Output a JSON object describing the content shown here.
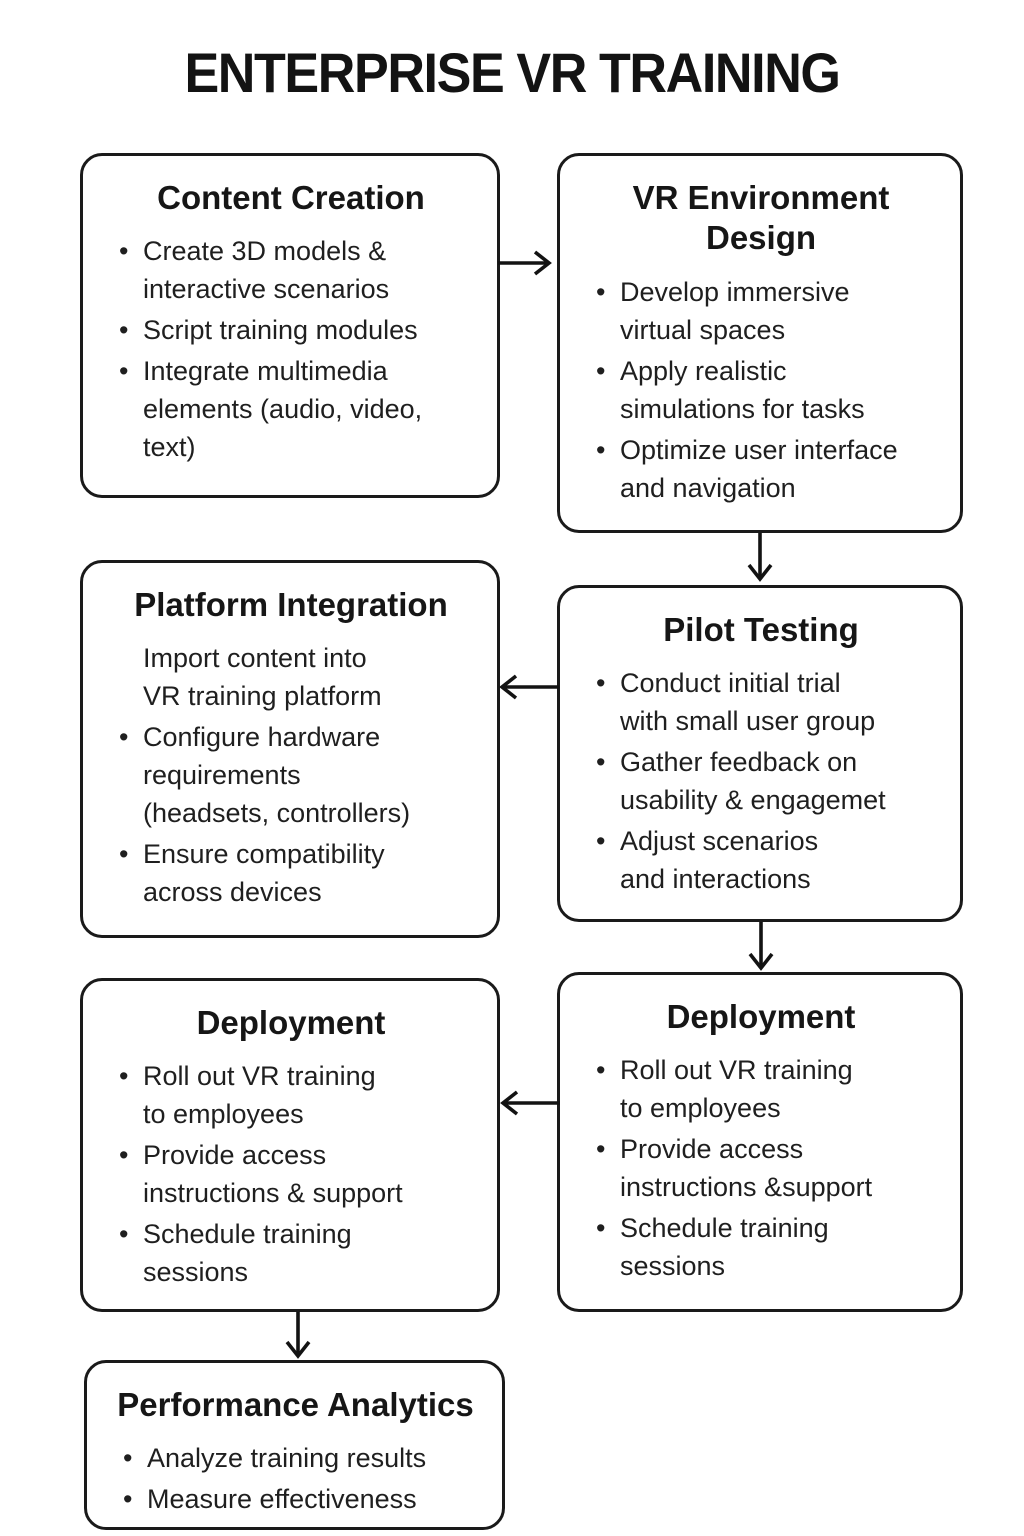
{
  "page_title": "ENTERPRISE VR TRAINING",
  "colors": {
    "background": "#ffffff",
    "box_border": "#1a1a1a",
    "text": "#1f1f1f"
  },
  "boxes": [
    {
      "id": "content-creation",
      "title": "Content Creation",
      "items": [
        {
          "marker": "•",
          "text": "Create 3D models &\ninteractive scenarios"
        },
        {
          "marker": "•",
          "text": "Script training modules"
        },
        {
          "marker": "•",
          "text": "Integrate multimedia\nelements (audio, video,\ntext)"
        }
      ]
    },
    {
      "id": "vr-environment-design",
      "title": "VR Environment\nDesign",
      "items": [
        {
          "marker": "•",
          "text": "Develop immersive\nvirtual spaces"
        },
        {
          "marker": "•",
          "text": "Apply realistic\nsimulations for tasks"
        },
        {
          "marker": "•",
          "text": "Optimize user interface\nand navigation"
        }
      ]
    },
    {
      "id": "platform-integration",
      "title": "Platform Integration",
      "items": [
        {
          "marker": "",
          "text": "Import content into\nVR training platform"
        },
        {
          "marker": "•",
          "text": "Configure hardware\nrequirements\n(headsets, controllers)"
        },
        {
          "marker": "•",
          "text": "Ensure compatibility\nacross devices"
        }
      ]
    },
    {
      "id": "pilot-testing",
      "title": "Pilot Testing",
      "items": [
        {
          "marker": "•",
          "text": "Conduct initial trial\nwith small user group"
        },
        {
          "marker": "•",
          "text": "Gather feedback on\nusability & engagemet"
        },
        {
          "marker": "•",
          "text": "Adjust scenarios\nand interactions"
        }
      ]
    },
    {
      "id": "deployment-left",
      "title": "Deployment",
      "items": [
        {
          "marker": "•",
          "text": "Roll out VR training\nto employees"
        },
        {
          "marker": "•",
          "text": "Provide access\ninstructions & support"
        },
        {
          "marker": "•",
          "text": "Schedule training\nsessions"
        }
      ]
    },
    {
      "id": "deployment-right",
      "title": "Deployment",
      "items": [
        {
          "marker": "•",
          "text": "Roll out VR training\nto employees"
        },
        {
          "marker": "•",
          "text": "Provide access\ninstructions &support"
        },
        {
          "marker": "•",
          "text": "Schedule training\nsessions"
        }
      ]
    },
    {
      "id": "performance-analytics",
      "title": "Performance Analytics",
      "items": [
        {
          "marker": "•",
          "text": "Analyze training results"
        },
        {
          "marker": "•",
          "text": "Measure effectiveness"
        }
      ]
    }
  ],
  "arrows": [
    {
      "from": "content-creation",
      "to": "vr-environment-design",
      "direction": "right"
    },
    {
      "from": "vr-environment-design",
      "to": "pilot-testing",
      "direction": "down"
    },
    {
      "from": "pilot-testing",
      "to": "platform-integration",
      "direction": "left"
    },
    {
      "from": "pilot-testing",
      "to": "deployment-right",
      "direction": "down"
    },
    {
      "from": "deployment-right",
      "to": "deployment-left",
      "direction": "left"
    },
    {
      "from": "deployment-left",
      "to": "performance-analytics",
      "direction": "down"
    }
  ]
}
